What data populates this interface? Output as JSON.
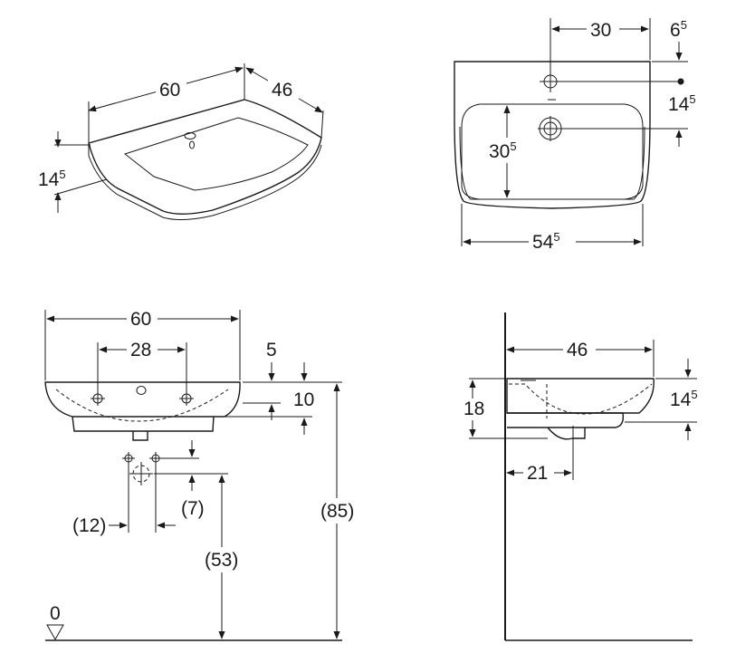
{
  "views": {
    "perspective": {
      "width": "60",
      "depth": "46",
      "height_main": "14",
      "height_sup": "5"
    },
    "top": {
      "tap_offset": "30",
      "right_margin_main": "6",
      "right_margin_sup": "5",
      "tap_to_drain_main": "14",
      "tap_to_drain_sup": "5",
      "bowl_depth_main": "30",
      "bowl_depth_sup": "5",
      "bowl_width_main": "54",
      "bowl_width_sup": "5"
    },
    "front": {
      "width": "60",
      "fixing_spacing": "28",
      "rim_drop": "5",
      "bowl_height": "10",
      "outlet_drop": "(7)",
      "supply_spacing": "(12)",
      "rim_height": "(85)",
      "outlet_height": "(53)",
      "floor_level": "0"
    },
    "side": {
      "depth": "46",
      "overall_height": "18",
      "bowl_height_main": "14",
      "bowl_height_sup": "5",
      "outlet_distance": "21"
    }
  }
}
